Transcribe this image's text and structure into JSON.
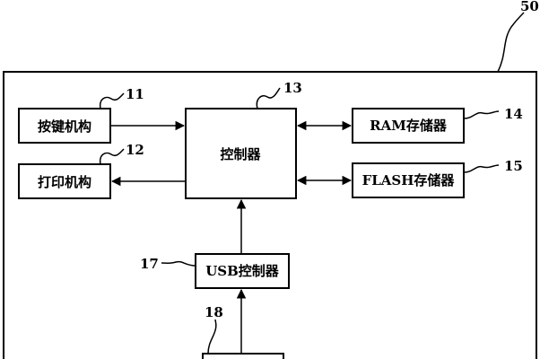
{
  "diagram": {
    "outer_ref": "50",
    "blocks": {
      "keyboard": {
        "label": "按键机构",
        "ref": "11"
      },
      "printer": {
        "label": "打印机构",
        "ref": "12"
      },
      "controller": {
        "label": "控制器",
        "ref": "13"
      },
      "ram": {
        "label": "RAM存储器",
        "ref": "14"
      },
      "flash": {
        "label": "FLASH存储器",
        "ref": "15"
      },
      "usb_controller": {
        "label": "USB控制器",
        "ref": "17"
      },
      "usb_port": {
        "label": "",
        "ref": "18"
      }
    },
    "colors": {
      "stroke": "#000000",
      "background": "#ffffff"
    }
  }
}
